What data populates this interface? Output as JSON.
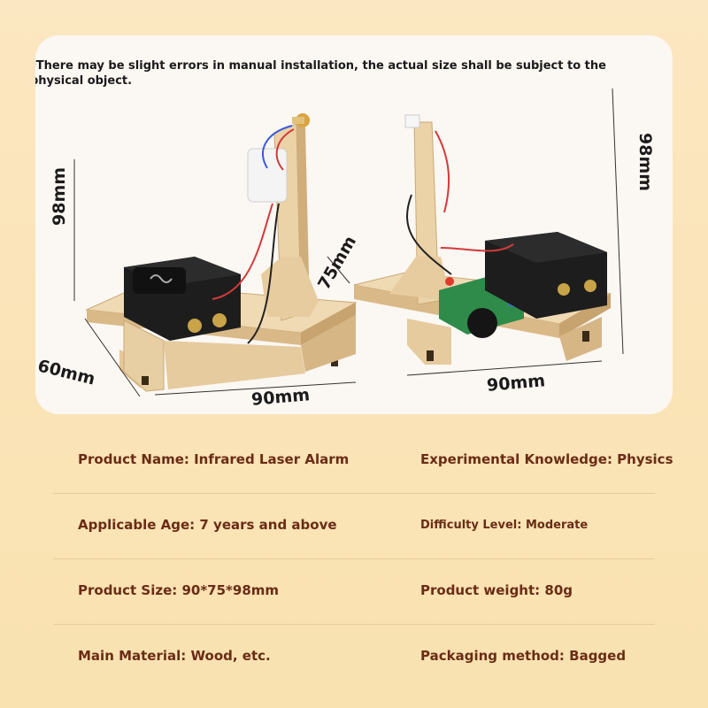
{
  "disclaimer": "*There may be slight errors in manual installation, the actual size shall be subject to the physical object.",
  "dimensions": {
    "left_height": "98mm",
    "left_depth": "60mm",
    "left_width": "90mm",
    "right_height": "98mm",
    "right_depth": "75mm",
    "right_width": "90mm"
  },
  "specs": [
    {
      "left": "Product Name: Infrared Laser Alarm",
      "right": "Experimental Knowledge: Physics"
    },
    {
      "left": "Applicable Age: 7 years and above",
      "right": "Difficulty Level: Moderate"
    },
    {
      "left": "Product Size: 90*75*98mm",
      "right": "Product weight: 80g"
    },
    {
      "left": "Main Material: Wood, etc.",
      "right": "Packaging method: Bagged"
    }
  ],
  "colors": {
    "background": "#fbe4b9",
    "card": "#fbf7f2",
    "spec_text": "#6a2c16",
    "wood": "#e9cfa3",
    "holder": "#1d1d1d",
    "board": "#2e8b4a"
  }
}
